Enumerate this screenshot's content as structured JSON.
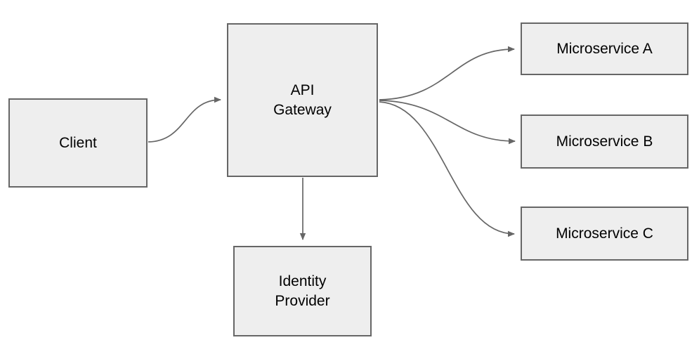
{
  "theme": {
    "background": "#ffffff",
    "node_fill": "#eeeeee",
    "node_border": "#666666",
    "edge_color": "#666666",
    "text_color": "#000000"
  },
  "diagram": {
    "nodes": {
      "client": {
        "label": "Client"
      },
      "api_gateway": {
        "label": "API\nGateway"
      },
      "identity_provider": {
        "label": "Identity\nProvider"
      },
      "microservice_a": {
        "label": "Microservice A"
      },
      "microservice_b": {
        "label": "Microservice B"
      },
      "microservice_c": {
        "label": "Microservice C"
      }
    },
    "edges": [
      {
        "from": "Client",
        "to": "API Gateway",
        "style": "curved-arrow"
      },
      {
        "from": "API Gateway",
        "to": "Microservice A",
        "style": "curved-arrow"
      },
      {
        "from": "API Gateway",
        "to": "Microservice B",
        "style": "curved-arrow"
      },
      {
        "from": "API Gateway",
        "to": "Microservice C",
        "style": "curved-arrow"
      },
      {
        "from": "API Gateway",
        "to": "Identity Provider",
        "style": "straight-arrow"
      }
    ]
  }
}
